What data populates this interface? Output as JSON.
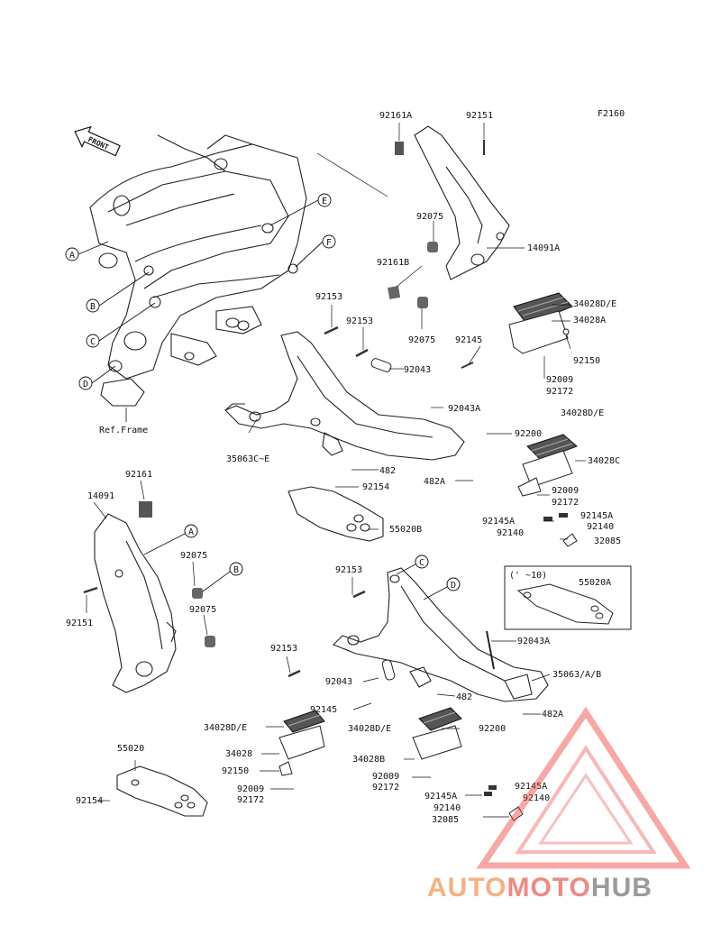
{
  "diagram": {
    "code": "F2160",
    "front_arrow": "FRONT",
    "ref_frame": "Ref.Frame",
    "year_box": "('  ~10)",
    "callouts": [
      "A",
      "B",
      "C",
      "D",
      "E",
      "F"
    ],
    "parts": [
      {
        "id": "p1",
        "text": "92161A"
      },
      {
        "id": "p2",
        "text": "92151"
      },
      {
        "id": "p3",
        "text": "92075"
      },
      {
        "id": "p4",
        "text": "14091A"
      },
      {
        "id": "p5",
        "text": "92161B"
      },
      {
        "id": "p6",
        "text": "92153"
      },
      {
        "id": "p7",
        "text": "92153"
      },
      {
        "id": "p8",
        "text": "92075"
      },
      {
        "id": "p9",
        "text": "34028D/E"
      },
      {
        "id": "p10",
        "text": "34028A"
      },
      {
        "id": "p11",
        "text": "92145"
      },
      {
        "id": "p12",
        "text": "92043"
      },
      {
        "id": "p13",
        "text": "92150"
      },
      {
        "id": "p14",
        "text": "92009"
      },
      {
        "id": "p15",
        "text": "92172"
      },
      {
        "id": "p16",
        "text": "92043A"
      },
      {
        "id": "p17",
        "text": "92200"
      },
      {
        "id": "p18",
        "text": "34028D/E"
      },
      {
        "id": "p19",
        "text": "34028C"
      },
      {
        "id": "p20",
        "text": "35063C~E"
      },
      {
        "id": "p21",
        "text": "482"
      },
      {
        "id": "p22",
        "text": "482A"
      },
      {
        "id": "p23",
        "text": "92154"
      },
      {
        "id": "p24",
        "text": "92009"
      },
      {
        "id": "p25",
        "text": "92172"
      },
      {
        "id": "p26",
        "text": "92145A"
      },
      {
        "id": "p27",
        "text": "92145A"
      },
      {
        "id": "p28",
        "text": "92140"
      },
      {
        "id": "p29",
        "text": "92140"
      },
      {
        "id": "p30",
        "text": "32085"
      },
      {
        "id": "p31",
        "text": "55020B"
      },
      {
        "id": "p32",
        "text": "92161"
      },
      {
        "id": "p33",
        "text": "14091"
      },
      {
        "id": "p34",
        "text": "92075"
      },
      {
        "id": "p35",
        "text": "92075"
      },
      {
        "id": "p36",
        "text": "92151"
      },
      {
        "id": "p37",
        "text": "92153"
      },
      {
        "id": "p38",
        "text": "55020A"
      },
      {
        "id": "p39",
        "text": "92043A"
      },
      {
        "id": "p40",
        "text": "92153"
      },
      {
        "id": "p41",
        "text": "92043"
      },
      {
        "id": "p42",
        "text": "35063/A/B"
      },
      {
        "id": "p43",
        "text": "92145"
      },
      {
        "id": "p44",
        "text": "482"
      },
      {
        "id": "p45",
        "text": "482A"
      },
      {
        "id": "p46",
        "text": "34028D/E"
      },
      {
        "id": "p47",
        "text": "34028D/E"
      },
      {
        "id": "p48",
        "text": "92200"
      },
      {
        "id": "p49",
        "text": "34028"
      },
      {
        "id": "p50",
        "text": "34028B"
      },
      {
        "id": "p51",
        "text": "92150"
      },
      {
        "id": "p52",
        "text": "92009"
      },
      {
        "id": "p53",
        "text": "92172"
      },
      {
        "id": "p54",
        "text": "92145A"
      },
      {
        "id": "p55",
        "text": "92145A"
      },
      {
        "id": "p56",
        "text": "92140"
      },
      {
        "id": "p57",
        "text": "92140"
      },
      {
        "id": "p58",
        "text": "92009"
      },
      {
        "id": "p59",
        "text": "92172"
      },
      {
        "id": "p60",
        "text": "55020"
      },
      {
        "id": "p61",
        "text": "92154"
      },
      {
        "id": "p62",
        "text": "32085"
      }
    ]
  },
  "watermark": {
    "part1": "AUTO",
    "part2": "MOTO",
    "part3": "HUB",
    "color_auto": "#f5b183",
    "color_moto": "#ee8a84",
    "color_hub": "#9b9b9b",
    "triangle_color": "#ef4444"
  }
}
